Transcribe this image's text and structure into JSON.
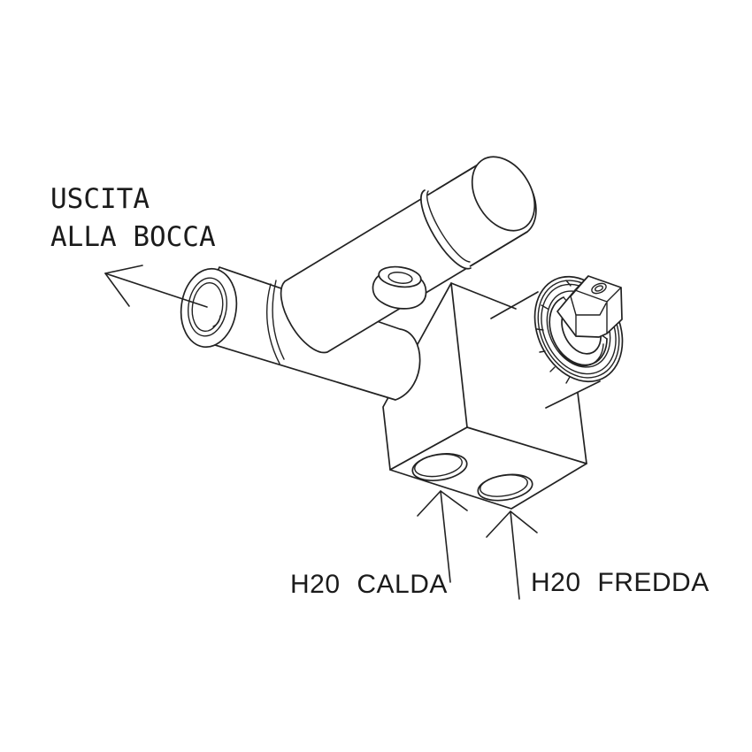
{
  "diagram": {
    "background_color": "#ffffff",
    "line_color": "#222222",
    "text_color": "#1b1b1b",
    "labels": {
      "outlet_line1": "USCITA",
      "outlet_line2": "ALLA BOCCA",
      "hot_inlet": "H20 CALDA",
      "cold_inlet": "H20 FREDDA"
    }
  }
}
